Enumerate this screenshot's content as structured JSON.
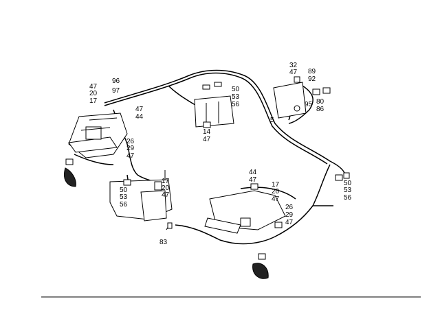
{
  "labels": {
    "n5": "5",
    "n96": "96",
    "n47_a": "47",
    "n97": "97",
    "n20_a": "20",
    "n17_a": "17",
    "n47_b": "47",
    "n44_a": "44",
    "n26_a": "26",
    "n29_a": "29",
    "n47_c": "47",
    "n50_a": "50",
    "n53_a": "53",
    "n56_a": "56",
    "n14": "14",
    "n47_d": "47",
    "n32": "32",
    "n47_e": "47",
    "n89": "89",
    "n92": "92",
    "n95": "95",
    "n80": "80",
    "n86": "86",
    "n17_b": "17",
    "n20_b": "20",
    "n47_f": "47",
    "n50_b": "50",
    "n53_b": "53",
    "n56_b": "56",
    "n44_b": "44",
    "n47_g": "47",
    "n17_c": "17",
    "n20_c": "20",
    "n47_h": "47",
    "n26_b": "26",
    "n29_b": "29",
    "n47_i": "47",
    "n50_c": "50",
    "n53_c": "53",
    "n56_c": "56",
    "n83": "83"
  }
}
